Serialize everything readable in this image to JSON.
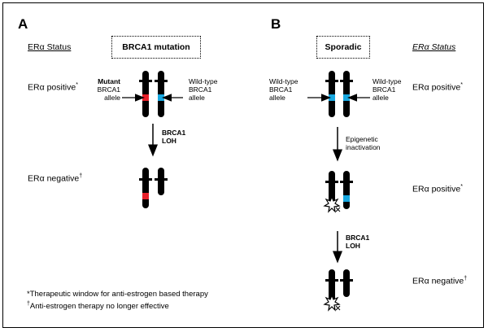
{
  "panels": {
    "a": {
      "label": "A",
      "status_heading": "ERα Status",
      "box_label": "BRCA1 mutation",
      "row1_label": "ERα positive",
      "row1_mark": "*",
      "left_bold": "Mutant",
      "left_lines": [
        "BRCA1",
        "allele"
      ],
      "right_lines": [
        "Wild-type",
        "BRCA1",
        "allele"
      ],
      "arrow_label": [
        "BRCA1",
        "LOH"
      ],
      "row2_label": "ERα negative",
      "row2_mark": "†"
    },
    "b": {
      "label": "B",
      "status_heading": "ERα Status",
      "box_label": "Sporadic",
      "left_lines": [
        "Wild-type",
        "BRCA1",
        "allele"
      ],
      "right_lines": [
        "Wild-type",
        "BRCA1",
        "allele"
      ],
      "row1_label": "ERα positive",
      "row1_mark": "*",
      "arrow1_label": [
        "Epigenetic",
        "inactivation"
      ],
      "row2_label": "ERα positive",
      "row2_mark": "*",
      "arrow2_label": [
        "BRCA1",
        "LOH"
      ],
      "row3_label": "ERα negative",
      "row3_mark": "†"
    }
  },
  "footnotes": {
    "line1": "*Therapeutic window for anti-estrogen based therapy",
    "line2_mark": "†",
    "line2": "Anti-estrogen therapy no longer effective"
  },
  "colors": {
    "chromosome": "#000000",
    "mutant_allele": "#e8202a",
    "wildtype_allele": "#18a8e0"
  },
  "icons": [
    "chromosome-icon",
    "mutant-allele-marker",
    "wildtype-allele-marker",
    "methylation-starburst-icon",
    "arrow-icon"
  ]
}
